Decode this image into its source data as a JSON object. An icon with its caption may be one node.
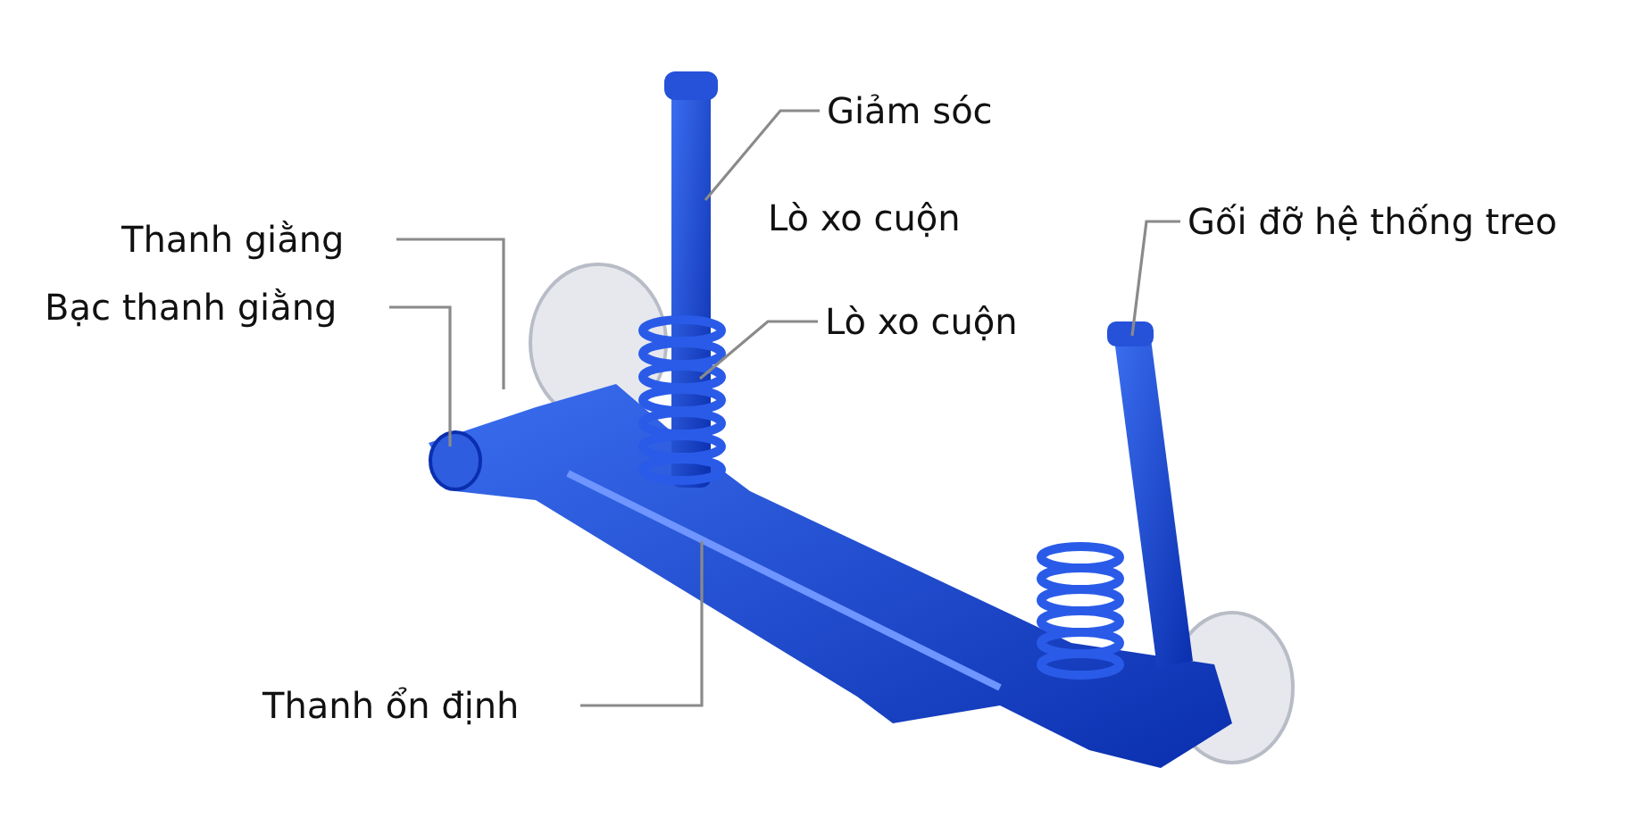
{
  "diagram": {
    "nodes": [
      {
        "text": [
          "Giảm sóc"
        ]
      },
      {
        "text": [
          "Gối đỡ hệ thống treo"
        ]
      },
      {
        "text": [
          "Thanh giằng"
        ]
      },
      {
        "text": [
          "Bạc thanh giằng"
        ]
      },
      {
        "text": [
          "Lò xo cuộn"
        ]
      },
      {
        "text": [
          "Thanh ổn định"
        ]
      }
    ],
    "edges": [
      {
        "from": 0,
        "to": null,
        "arrow": "none"
      },
      {
        "from": 1,
        "to": null,
        "arrow": "none"
      },
      {
        "from": 2,
        "to": null,
        "arrow": "none"
      },
      {
        "from": 3,
        "to": null,
        "arrow": "none"
      },
      {
        "from": 4,
        "to": null,
        "arrow": "none"
      },
      {
        "from": 5,
        "to": null,
        "arrow": "none"
      }
    ],
    "labels": [
      "Lò xo cuộn"
    ]
  }
}
